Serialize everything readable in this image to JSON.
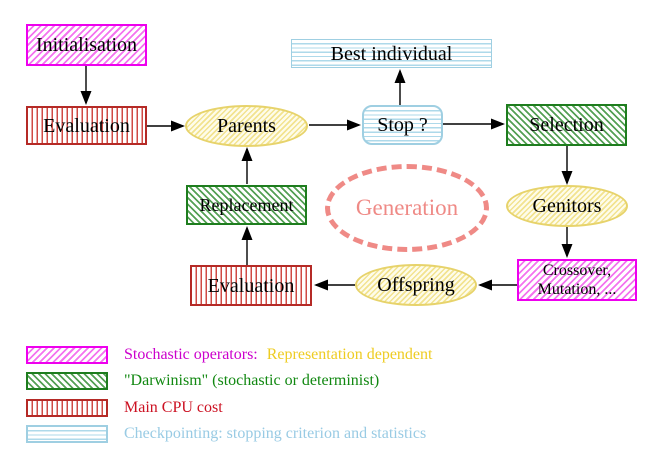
{
  "nodes": {
    "initialisation": "Initialisation",
    "evaluation_top": "Evaluation",
    "parents": "Parents",
    "best_individual": "Best individual",
    "stop": "Stop ?",
    "selection": "Selection",
    "replacement": "Replacement",
    "generation": "Generation",
    "genitors": "Genitors",
    "offspring": "Offspring",
    "evaluation_bottom": "Evaluation",
    "crossover_line1": "Crossover,",
    "crossover_line2": "Mutation, ..."
  },
  "legend": {
    "items": [
      {
        "swatch": "magenta-diagonal-hatch",
        "label": "Stochastic operators:",
        "label_color": "#cc00cc",
        "label2": "Representation dependent",
        "label2_color": "#eecc22"
      },
      {
        "swatch": "green-diagonal-hatch",
        "label": "\"Darwinism\" (stochastic or determinist)",
        "label_color": "#118811"
      },
      {
        "swatch": "red-vertical-stripes",
        "label": "Main CPU cost",
        "label_color": "#cc1122"
      },
      {
        "swatch": "cyan-horizontal-stripes",
        "label": "Checkpointing: stopping criterion and statistics",
        "label_color": "#99cbe4"
      }
    ]
  },
  "colors": {
    "magenta_border": "#ee00ee",
    "red_border": "#b52a26",
    "green_border": "#1e7d1e",
    "cyan_border": "#9fcfe2",
    "yellow_border": "#e7d36b",
    "salmon": "#ef8a86",
    "arrow": "#000000"
  }
}
